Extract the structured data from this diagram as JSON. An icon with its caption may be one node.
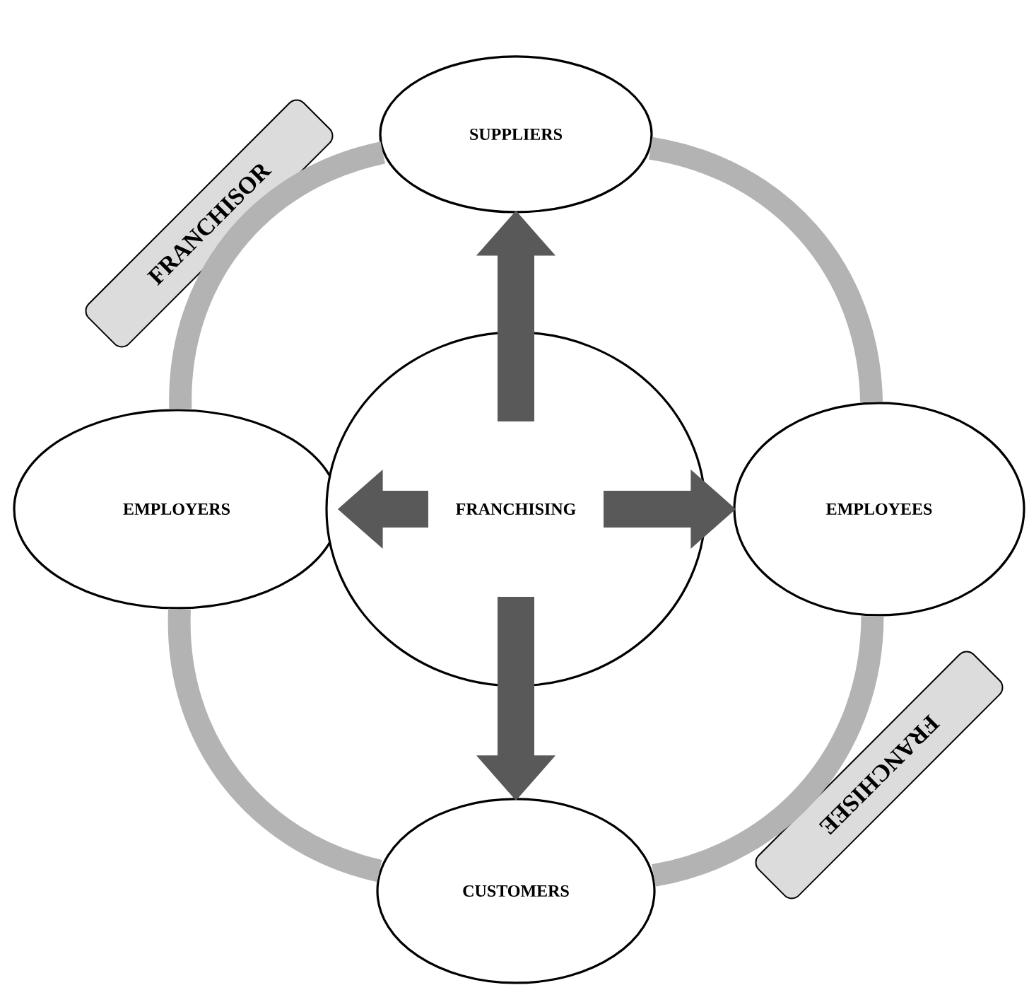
{
  "diagram": {
    "nodes": [
      {
        "text": [
          "SUPPLIERS"
        ]
      },
      {
        "text": [
          "FRANCHISOR"
        ]
      },
      {
        "text": [
          "EMPLOYERS"
        ]
      },
      {
        "text": [
          "FRANCHISING"
        ]
      },
      {
        "text": [
          "EMPLOYEES"
        ]
      },
      {
        "text": [
          "FRANCHISEE"
        ]
      },
      {
        "text": [
          "CUSTOMERS"
        ]
      }
    ],
    "edges": [
      {
        "from": 3,
        "to": 0,
        "arrow": "to"
      },
      {
        "from": 3,
        "to": 2,
        "arrow": "to"
      },
      {
        "from": 3,
        "to": 4,
        "arrow": "to"
      },
      {
        "from": 3,
        "to": 6,
        "arrow": "to"
      },
      {
        "from": 0,
        "to": 4,
        "arrow": "none",
        "color": "#b3b3b3"
      },
      {
        "from": 4,
        "to": 6,
        "arrow": "none",
        "color": "#b3b3b3"
      },
      {
        "from": 6,
        "to": 2,
        "arrow": "none",
        "color": "#b3b3b3"
      },
      {
        "from": 2,
        "to": 0,
        "arrow": "none",
        "color": "#b3b3b3"
      }
    ]
  }
}
